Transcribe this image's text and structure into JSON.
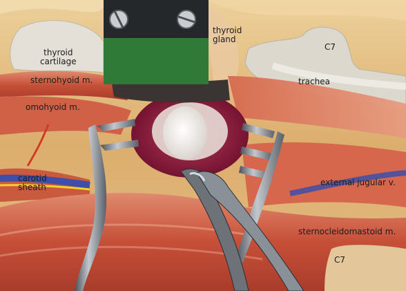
{
  "labels": {
    "thyroid_cartilage": [
      "thyroid",
      "cartilage"
    ],
    "sternohyoid": "sternohyoid m.",
    "omohyoid": "omohyoid m.",
    "carotid_sheath": [
      "carotid",
      "sheath"
    ],
    "thyroid_gland": [
      "thyroid",
      "gland"
    ],
    "c7_top": "C7",
    "trachea": "trachea",
    "external_jugular": "external jugular v.",
    "sternocleidomastoid": "sternocleidomastoid m.",
    "c7_bottom": "C7"
  },
  "colors": {
    "muscle": "#c9503a",
    "fascia": "#e6c28a",
    "wound": "#8e1a40",
    "instrument": "#9aa0a6",
    "retractor_plate": "#2f7a36",
    "vein": "#3d4fa8",
    "artery": "#d23a24",
    "nerve": "#f1cf2c",
    "bone": "#dedbd2"
  }
}
